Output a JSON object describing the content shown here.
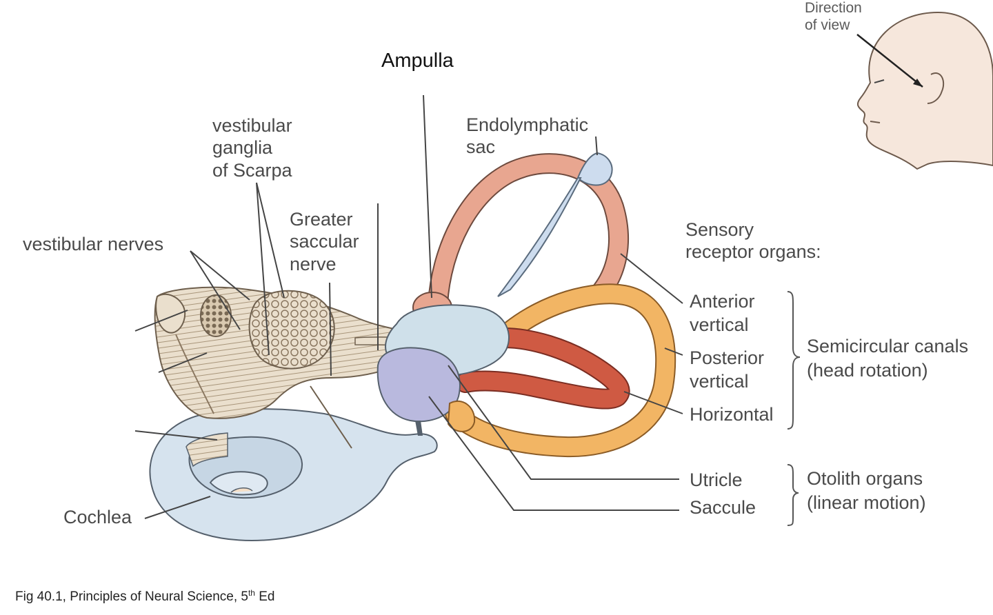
{
  "labels": {
    "ampulla": "Ampulla",
    "endolymphatic_sac": [
      "Endolymphatic",
      "sac"
    ],
    "vestibular_ganglia": [
      "vestibular",
      "ganglia",
      "of Scarpa"
    ],
    "greater_saccular_nerve": [
      "Greater",
      "saccular",
      "nerve"
    ],
    "vestibular_nerves": "vestibular nerves",
    "sensory_receptor_organs": [
      "Sensory",
      "receptor organs:"
    ],
    "anterior_vertical": [
      "Anterior",
      "vertical"
    ],
    "posterior_vertical": [
      "Posterior",
      "vertical"
    ],
    "horizontal": "Horizontal",
    "semicircular_canals": [
      "Semicircular canals",
      "(head rotation)"
    ],
    "utricle": "Utricle",
    "saccule": "Saccule",
    "otolith_organs": [
      "Otolith organs",
      "(linear motion)"
    ],
    "cochlea": "Cochlea",
    "direction_of_view": [
      "Direction",
      "of view"
    ]
  },
  "caption": {
    "prefix": "Fig 40.1, Principles of Neural Science, 5",
    "superscript": "th",
    "suffix": " Ed"
  },
  "colors": {
    "anterior_canal": "#e8a690",
    "posterior_canal": "#cf5a43",
    "horizontal_canal": "#f2b564",
    "utricle": "#cfe0ea",
    "saccule": "#b9b9de",
    "endolymphatic_sac": "#cddcee",
    "cochlea": "#d6e3ee",
    "nerve": "#eadfcd",
    "skin": "#f6e7dc"
  }
}
